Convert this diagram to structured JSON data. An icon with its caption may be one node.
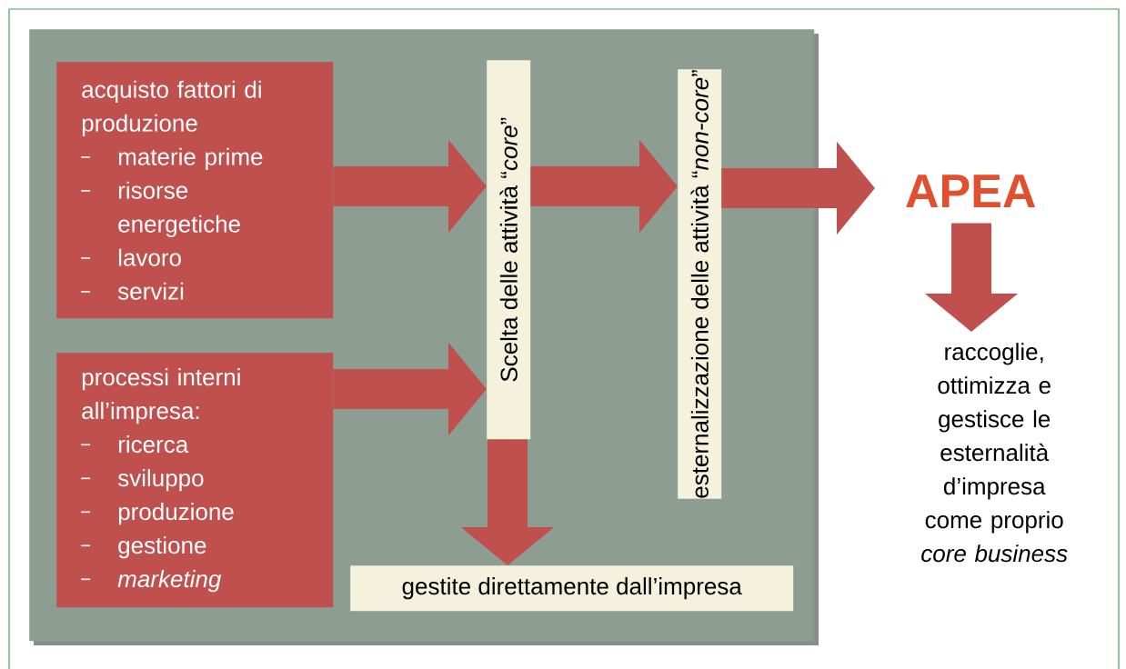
{
  "diagram": {
    "nodes": [
      {
        "text": [],
        "shape": "box"
      },
      {
        "text": [
          "acquisto fattori di produzione",
          "materie prime",
          "risorse energetiche",
          "lavoro",
          "servizi"
        ],
        "in": 0
      },
      {
        "text": [
          "processi interni all’impresa:",
          "ricerca",
          "sviluppo",
          "produzione",
          "gestione",
          "*marketing*"
        ],
        "in": 0
      },
      {
        "text": [
          "Scelta delle attività “*core*”"
        ],
        "in": 0
      },
      {
        "text": [
          "esternalizzazione delle attività “*non-core*”"
        ],
        "in": 0
      },
      {
        "text": [
          "gestite direttamente dall’impresa"
        ],
        "in": 0
      },
      {
        "text": [
          "APEA"
        ]
      },
      {
        "text": [
          "raccoglie, ottimizza e gestisce le esternalità d’impresa come proprio *core business*"
        ]
      }
    ],
    "edges": [
      {
        "from": 1,
        "to": 3,
        "arrow": "to"
      },
      {
        "from": 2,
        "to": 3,
        "arrow": "to"
      },
      {
        "from": 3,
        "to": 4,
        "arrow": "to"
      },
      {
        "from": 4,
        "to": 6,
        "arrow": "to"
      },
      {
        "from": 3,
        "to": 5,
        "arrow": "to"
      },
      {
        "from": 6,
        "to": 7,
        "arrow": "to"
      }
    ]
  }
}
